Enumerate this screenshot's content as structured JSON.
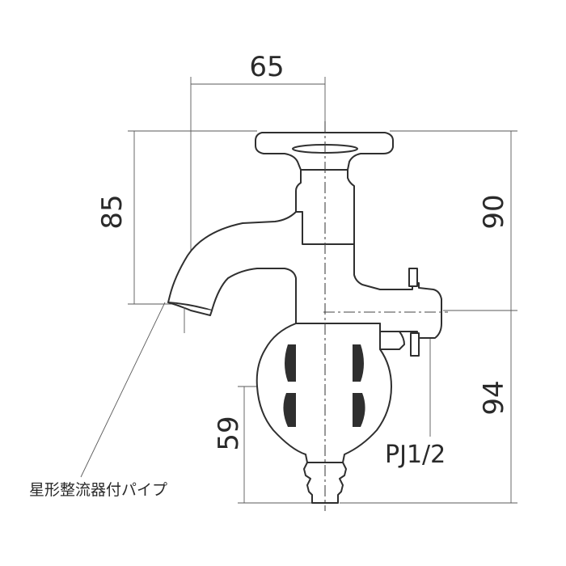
{
  "dimensions": {
    "width_top": "65",
    "height_left": "85",
    "height_right_upper": "90",
    "height_right_lower": "94",
    "height_hose": "59"
  },
  "labels": {
    "thread": "PJ1/2",
    "pipe": "星形整流器付パイプ"
  },
  "colors": {
    "line": "#2f2f2f",
    "background": "#ffffff"
  }
}
